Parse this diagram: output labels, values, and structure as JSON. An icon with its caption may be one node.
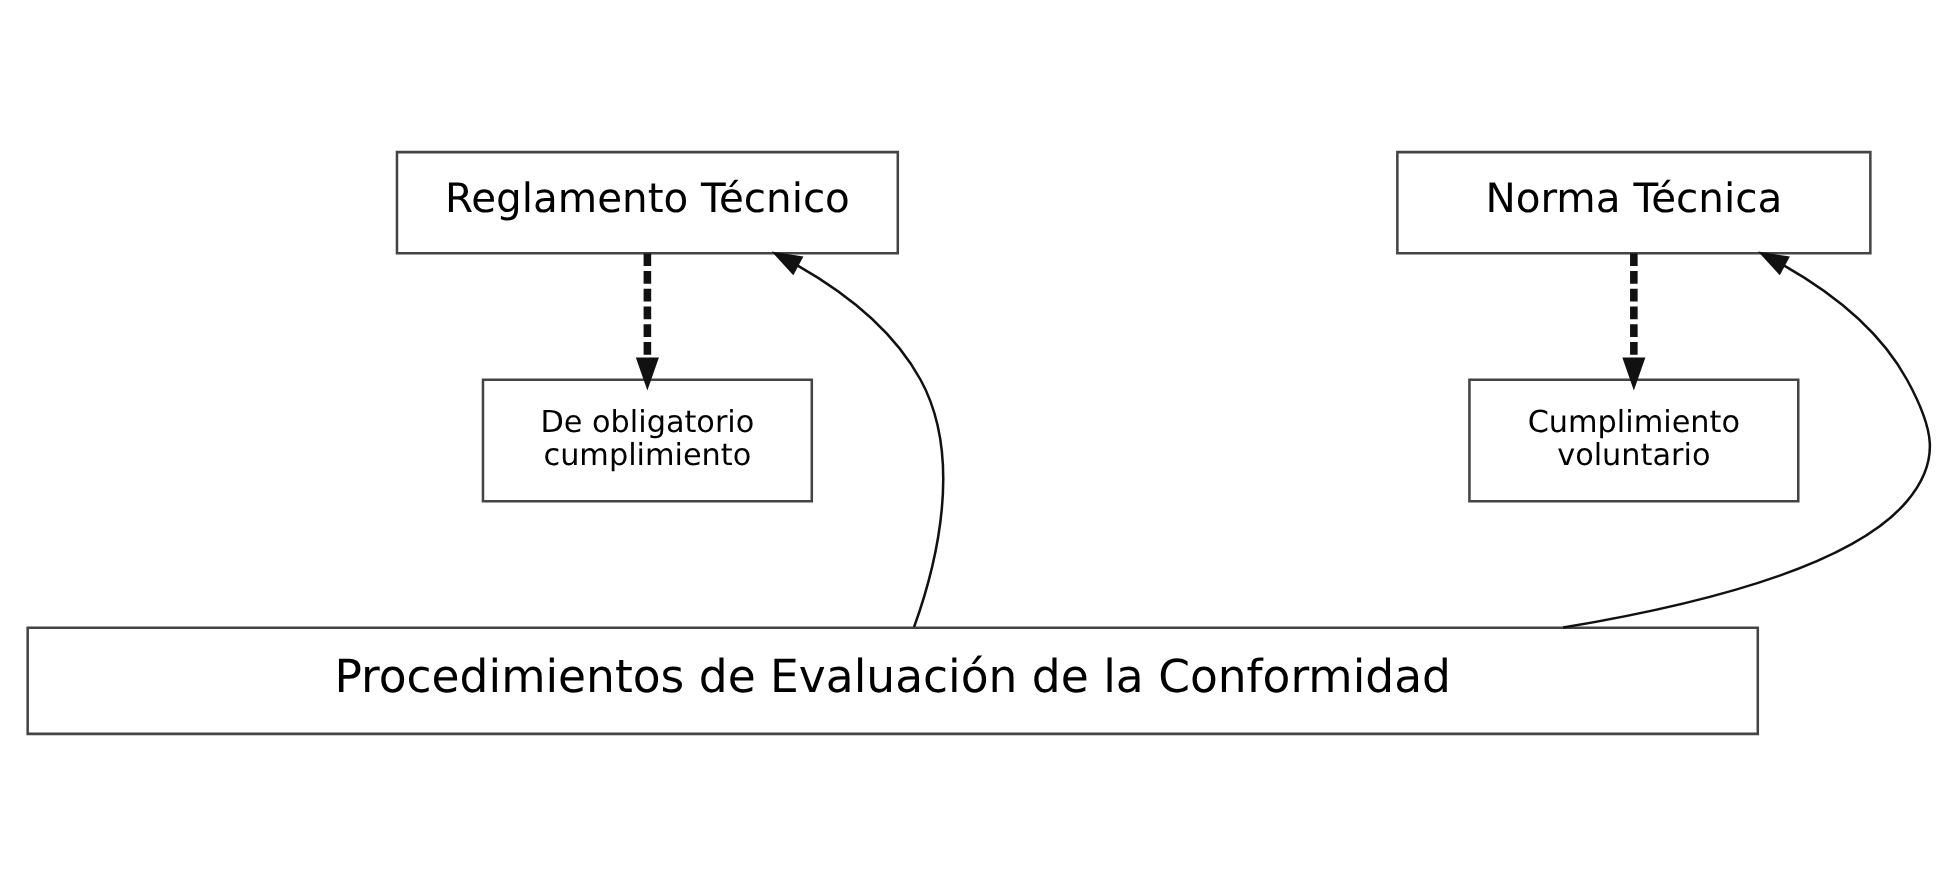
{
  "diagram": {
    "nodes": [
      {
        "text": [
          "Reglamento Técnico"
        ]
      },
      {
        "text": [
          "Norma Técnica"
        ]
      },
      {
        "text": [
          "De obligatorio cumplimiento"
        ]
      },
      {
        "text": [
          "Cumplimiento voluntario"
        ]
      },
      {
        "text": [
          "Procedimientos de Evaluación de la Conformidad"
        ]
      }
    ],
    "edges": [
      {
        "from": 0,
        "to": 2,
        "arrow": "to",
        "style": "dashed"
      },
      {
        "from": 1,
        "to": 3,
        "arrow": "to",
        "style": "dashed"
      },
      {
        "from": 4,
        "to": 0,
        "arrow": "to"
      },
      {
        "from": 4,
        "to": 1,
        "arrow": "to"
      }
    ]
  }
}
